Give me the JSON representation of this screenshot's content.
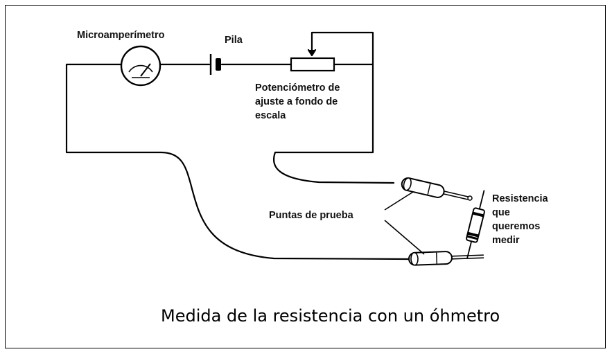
{
  "labels": {
    "microammeter": "Microamperímetro",
    "battery": "Pila",
    "potentiometer": [
      "Potenciómetro de",
      "ajuste a fondo de",
      "escala"
    ],
    "probes": "Puntas de prueba",
    "resistor": [
      "Resistencia",
      "que",
      "queremos",
      "medir"
    ]
  },
  "caption": "Medida de la resistencia con un óhmetro"
}
